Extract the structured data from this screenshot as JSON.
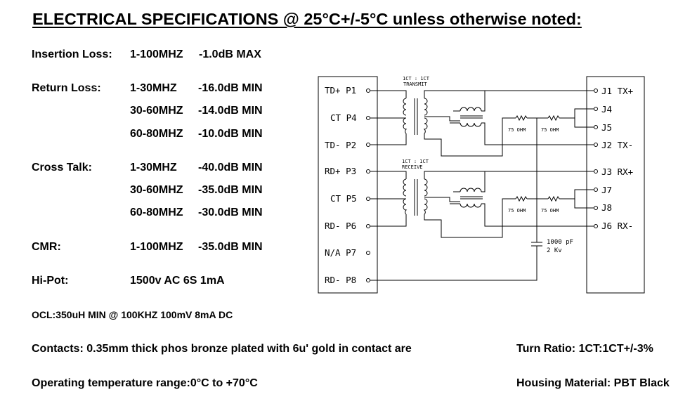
{
  "title": "ELECTRICAL SPECIFICATIONS @ 25°C+/-5°C unless otherwise noted:",
  "specs": {
    "insertion_loss": {
      "label": "Insertion Loss:",
      "range": "1-100MHZ",
      "value": "-1.0dB MAX"
    },
    "return_loss": {
      "label": "Return Loss:",
      "rows": [
        {
          "range": "1-30MHZ",
          "value": "-16.0dB MIN"
        },
        {
          "range": "30-60MHZ",
          "value": "-14.0dB MIN"
        },
        {
          "range": "60-80MHZ",
          "value": "-10.0dB MIN"
        }
      ]
    },
    "cross_talk": {
      "label": "Cross Talk:",
      "rows": [
        {
          "range": "1-30MHZ",
          "value": "-40.0dB MIN"
        },
        {
          "range": "30-60MHZ",
          "value": "-35.0dB MIN"
        },
        {
          "range": "60-80MHZ",
          "value": "-30.0dB MIN"
        }
      ]
    },
    "cmr": {
      "label": "CMR:",
      "range": "1-100MHZ",
      "value": "-35.0dB MIN"
    },
    "hipot": {
      "label": "Hi-Pot:",
      "value": "1500v AC 6S 1mA"
    },
    "ocl": "OCL:350uH MIN @ 100KHZ 100mV 8mA DC",
    "contacts": "Contacts: 0.35mm thick phos bronze plated with 6u' gold in contact are",
    "operating_temp": "Operating temperature range:0°C to +70°C",
    "turn_ratio": "Turn Ratio: 1CT:1CT+/-3%",
    "housing": "Housing Material: PBT Black"
  },
  "schematic": {
    "left_pins": [
      "TD+ P1",
      "CT P4",
      "TD- P2",
      "RD+ P3",
      "CT P5",
      "RD- P6",
      "N/A P7",
      "RD- P8"
    ],
    "right_pins": [
      "J1 TX+",
      "J4",
      "J5",
      "J2 TX-",
      "J3 RX+",
      "J7",
      "J8",
      "J6 RX-"
    ],
    "transmit_ratio": "1CT : 1CT",
    "transmit_label": "TRANSMIT",
    "receive_ratio": "1CT : 1CT",
    "receive_label": "RECEIVE",
    "resistor_value": "75 OHM",
    "cap_value": "1000 pF",
    "cap_voltage": "2 Kv"
  }
}
